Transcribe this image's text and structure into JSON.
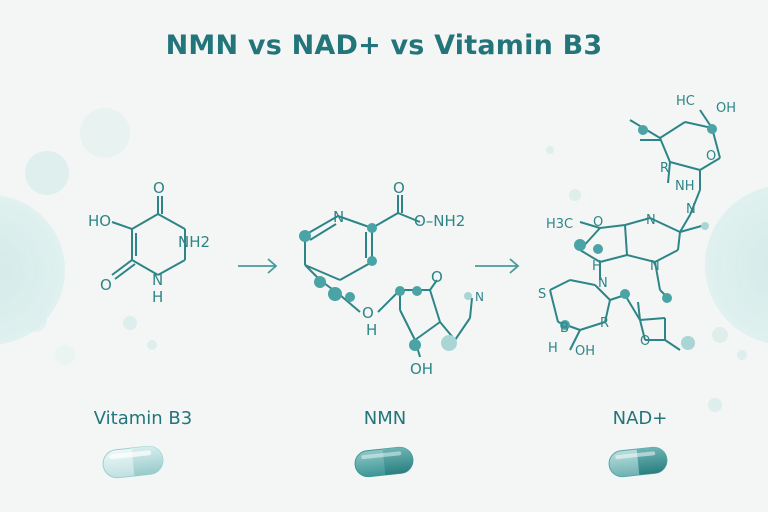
{
  "title": "NMN vs NAD+ vs Vitamin B3",
  "compounds": [
    {
      "label": "Vitamin B3"
    },
    {
      "label": "NMN"
    },
    {
      "label": "NAD+"
    }
  ],
  "atoms": {
    "b3": {
      "ho": "HO",
      "o_top": "O",
      "nh2": "NH2",
      "o_bottom": "O",
      "n": "N",
      "h": "H"
    },
    "nmn": {
      "n": "N",
      "o_top": "O",
      "onh2": "O–NH2",
      "o_ring": "O",
      "h": "H",
      "o_pent": "O",
      "oh": "OH",
      "n_side": "N"
    },
    "nad": {
      "hc_oh": "HC",
      "oh_top": "OH",
      "o1": "O",
      "n1": "N",
      "n2": "N",
      "n3": "N",
      "n4": "N",
      "h_nh": "NH",
      "h3c": "H3C",
      "o2": "O",
      "h_mid": "H",
      "s": "S",
      "r1": "R",
      "r2": "R",
      "b": "B",
      "h_low": "H",
      "oh_low": "OH",
      "o3": "O"
    }
  },
  "colors": {
    "accent": "#23757a",
    "structure": "#2e8587",
    "atom_fill": "#4aa3a4",
    "background": "#f3f6f5",
    "bubble": "#cfe8e6"
  },
  "icons": [
    "arrow-right-icon",
    "arrow-right-icon",
    "capsule-icon",
    "capsule-icon",
    "capsule-icon"
  ]
}
